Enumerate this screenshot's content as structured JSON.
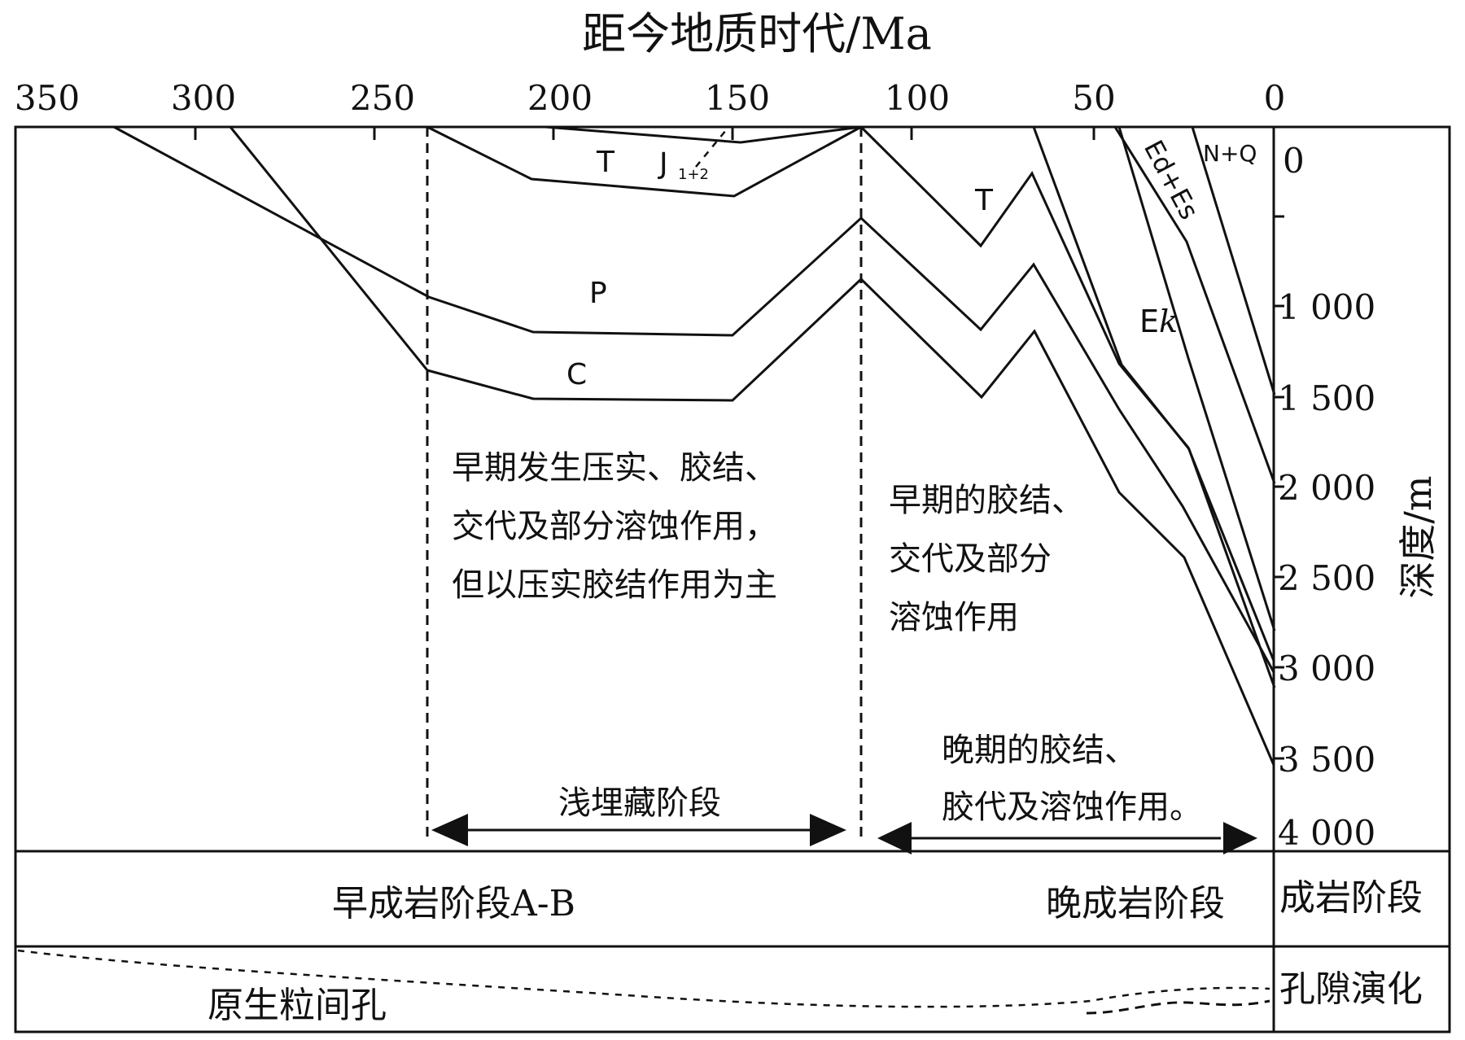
{
  "title": "距今地质时代/Ma",
  "x_axis": {
    "ticks": [
      "350",
      "300",
      "250",
      "200",
      "150",
      "100",
      "50",
      "0"
    ]
  },
  "y_axis": {
    "label": "深度/m",
    "ticks": [
      "0",
      "1 000",
      "1 500",
      "2 000",
      "2 500",
      "3 000",
      "3 500",
      "4 000"
    ]
  },
  "formation_labels": {
    "T_left": "T",
    "J": "J",
    "J_sub": "1+2",
    "P": "P",
    "C": "C",
    "T_right": "T",
    "EdEs": "Ed+Es",
    "NQ": "N+Q",
    "Ek_E": "E",
    "Ek_k": "k"
  },
  "process_text": {
    "early_shallow": [
      "早期发生压实、胶结、",
      "交代及部分溶蚀作用，",
      "但以压实胶结作用为主"
    ],
    "early_deep": [
      "早期的胶结、",
      "交代及部分",
      "溶蚀作用"
    ],
    "late": [
      "晚期的胶结、",
      "胶代及溶蚀作用。"
    ]
  },
  "burial_stage": "浅埋藏阶段",
  "stage_row": {
    "early": "早成岩阶段A-B",
    "late": "晚成岩阶段",
    "row_label": "成岩阶段"
  },
  "porosity_row": {
    "primary": "原生粒间孔",
    "row_label": "孔隙演化"
  }
}
